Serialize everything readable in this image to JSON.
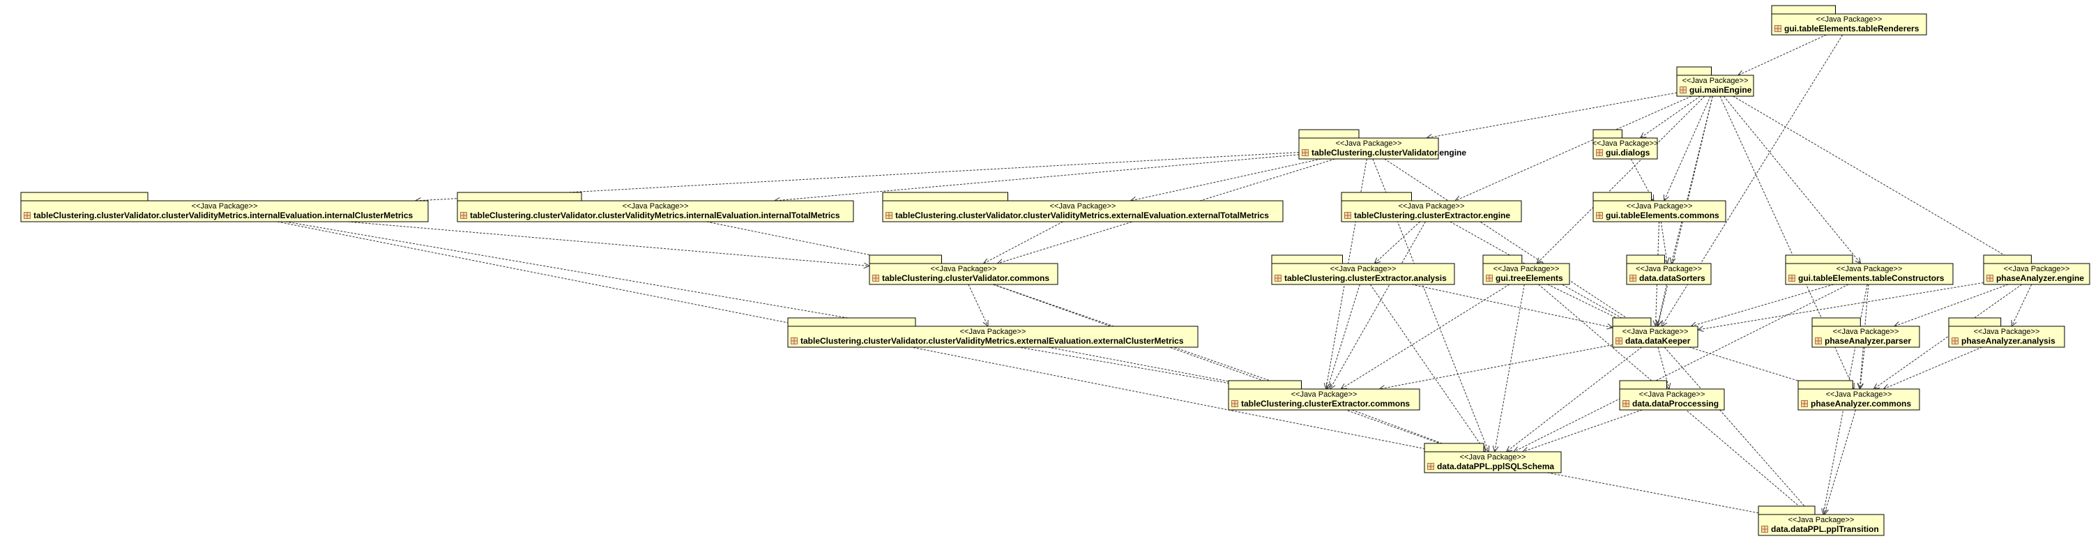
{
  "diagram": {
    "stereotype": "<<Java Package>>",
    "packages": [
      {
        "id": "renderers",
        "name": "gui.tableElements.tableRenderers"
      },
      {
        "id": "mainEngine",
        "name": "gui.mainEngine"
      },
      {
        "id": "cvEngine",
        "name": "tableClustering.clusterValidator.engine"
      },
      {
        "id": "dialogs",
        "name": "gui.dialogs"
      },
      {
        "id": "icm",
        "name": "tableClustering.clusterValidator.clusterValidityMetrics.internalEvaluation.internalClusterMetrics"
      },
      {
        "id": "itm",
        "name": "tableClustering.clusterValidator.clusterValidityMetrics.internalEvaluation.internalTotalMetrics"
      },
      {
        "id": "etm",
        "name": "tableClustering.clusterValidator.clusterValidityMetrics.externalEvaluation.externalTotalMetrics"
      },
      {
        "id": "ceEngine",
        "name": "tableClustering.clusterExtractor.engine"
      },
      {
        "id": "guiCommons",
        "name": "gui.tableElements.commons"
      },
      {
        "id": "cvCommons",
        "name": "tableClustering.clusterValidator.commons"
      },
      {
        "id": "ceAnalysis",
        "name": "tableClustering.clusterExtractor.analysis"
      },
      {
        "id": "treeElements",
        "name": "gui.treeElements"
      },
      {
        "id": "dataSorters",
        "name": "data.dataSorters"
      },
      {
        "id": "tableConstructors",
        "name": "gui.tableElements.tableConstructors"
      },
      {
        "id": "paEngine",
        "name": "phaseAnalyzer.engine"
      },
      {
        "id": "ecm",
        "name": "tableClustering.clusterValidator.clusterValidityMetrics.externalEvaluation.externalClusterMetrics"
      },
      {
        "id": "dataKeeper",
        "name": "data.dataKeeper"
      },
      {
        "id": "paParser",
        "name": "phaseAnalyzer.parser"
      },
      {
        "id": "paAnalysis",
        "name": "phaseAnalyzer.analysis"
      },
      {
        "id": "ceCommons",
        "name": "tableClustering.clusterExtractor.commons"
      },
      {
        "id": "dataProc",
        "name": "data.dataProccessing"
      },
      {
        "id": "paCommons",
        "name": "phaseAnalyzer.commons"
      },
      {
        "id": "pplSQL",
        "name": "data.dataPPL.pplSQLSchema"
      },
      {
        "id": "pplTrans",
        "name": "data.dataPPL.pplTransition"
      }
    ],
    "dependencies": [
      [
        "renderers",
        "mainEngine"
      ],
      [
        "mainEngine",
        "cvEngine"
      ],
      [
        "mainEngine",
        "dialogs"
      ],
      [
        "mainEngine",
        "ceEngine"
      ],
      [
        "mainEngine",
        "guiCommons"
      ],
      [
        "mainEngine",
        "treeElements"
      ],
      [
        "mainEngine",
        "dataSorters"
      ],
      [
        "mainEngine",
        "tableConstructors"
      ],
      [
        "mainEngine",
        "paEngine"
      ],
      [
        "mainEngine",
        "dataKeeper"
      ],
      [
        "mainEngine",
        "paCommons"
      ],
      [
        "renderers",
        "dataKeeper"
      ],
      [
        "dialogs",
        "guiCommons"
      ],
      [
        "cvEngine",
        "icm"
      ],
      [
        "cvEngine",
        "itm"
      ],
      [
        "cvEngine",
        "etm"
      ],
      [
        "cvEngine",
        "cvCommons"
      ],
      [
        "cvEngine",
        "ceCommons"
      ],
      [
        "cvEngine",
        "dataKeeper"
      ],
      [
        "cvEngine",
        "pplSQL"
      ],
      [
        "icm",
        "cvCommons"
      ],
      [
        "icm",
        "ceCommons"
      ],
      [
        "icm",
        "pplSQL"
      ],
      [
        "itm",
        "cvCommons"
      ],
      [
        "etm",
        "cvCommons"
      ],
      [
        "cvCommons",
        "ecm"
      ],
      [
        "cvCommons",
        "ceCommons"
      ],
      [
        "cvCommons",
        "pplSQL"
      ],
      [
        "ecm",
        "ceCommons"
      ],
      [
        "ceEngine",
        "ceAnalysis"
      ],
      [
        "ceEngine",
        "ceCommons"
      ],
      [
        "ceEngine",
        "dataKeeper"
      ],
      [
        "ceAnalysis",
        "ceCommons"
      ],
      [
        "ceAnalysis",
        "pplSQL"
      ],
      [
        "ceAnalysis",
        "dataKeeper"
      ],
      [
        "guiCommons",
        "dataKeeper"
      ],
      [
        "guiCommons",
        "dataSorters"
      ],
      [
        "treeElements",
        "dataKeeper"
      ],
      [
        "treeElements",
        "ceCommons"
      ],
      [
        "treeElements",
        "pplSQL"
      ],
      [
        "treeElements",
        "pplTrans"
      ],
      [
        "dataSorters",
        "dataKeeper"
      ],
      [
        "tableConstructors",
        "dataKeeper"
      ],
      [
        "tableConstructors",
        "pplSQL"
      ],
      [
        "tableConstructors",
        "pplTrans"
      ],
      [
        "tableConstructors",
        "paCommons"
      ],
      [
        "paEngine",
        "paParser"
      ],
      [
        "paEngine",
        "paAnalysis"
      ],
      [
        "paEngine",
        "paCommons"
      ],
      [
        "paEngine",
        "dataKeeper"
      ],
      [
        "paParser",
        "paCommons"
      ],
      [
        "paAnalysis",
        "paCommons"
      ],
      [
        "dataKeeper",
        "ceCommons"
      ],
      [
        "dataKeeper",
        "pplSQL"
      ],
      [
        "dataKeeper",
        "dataProc"
      ],
      [
        "dataKeeper",
        "paCommons"
      ],
      [
        "dataKeeper",
        "pplTrans"
      ],
      [
        "dataProc",
        "pplSQL"
      ],
      [
        "paCommons",
        "pplTrans"
      ],
      [
        "ceCommons",
        "pplSQL"
      ],
      [
        "pplSQL",
        "pplTrans"
      ]
    ]
  }
}
